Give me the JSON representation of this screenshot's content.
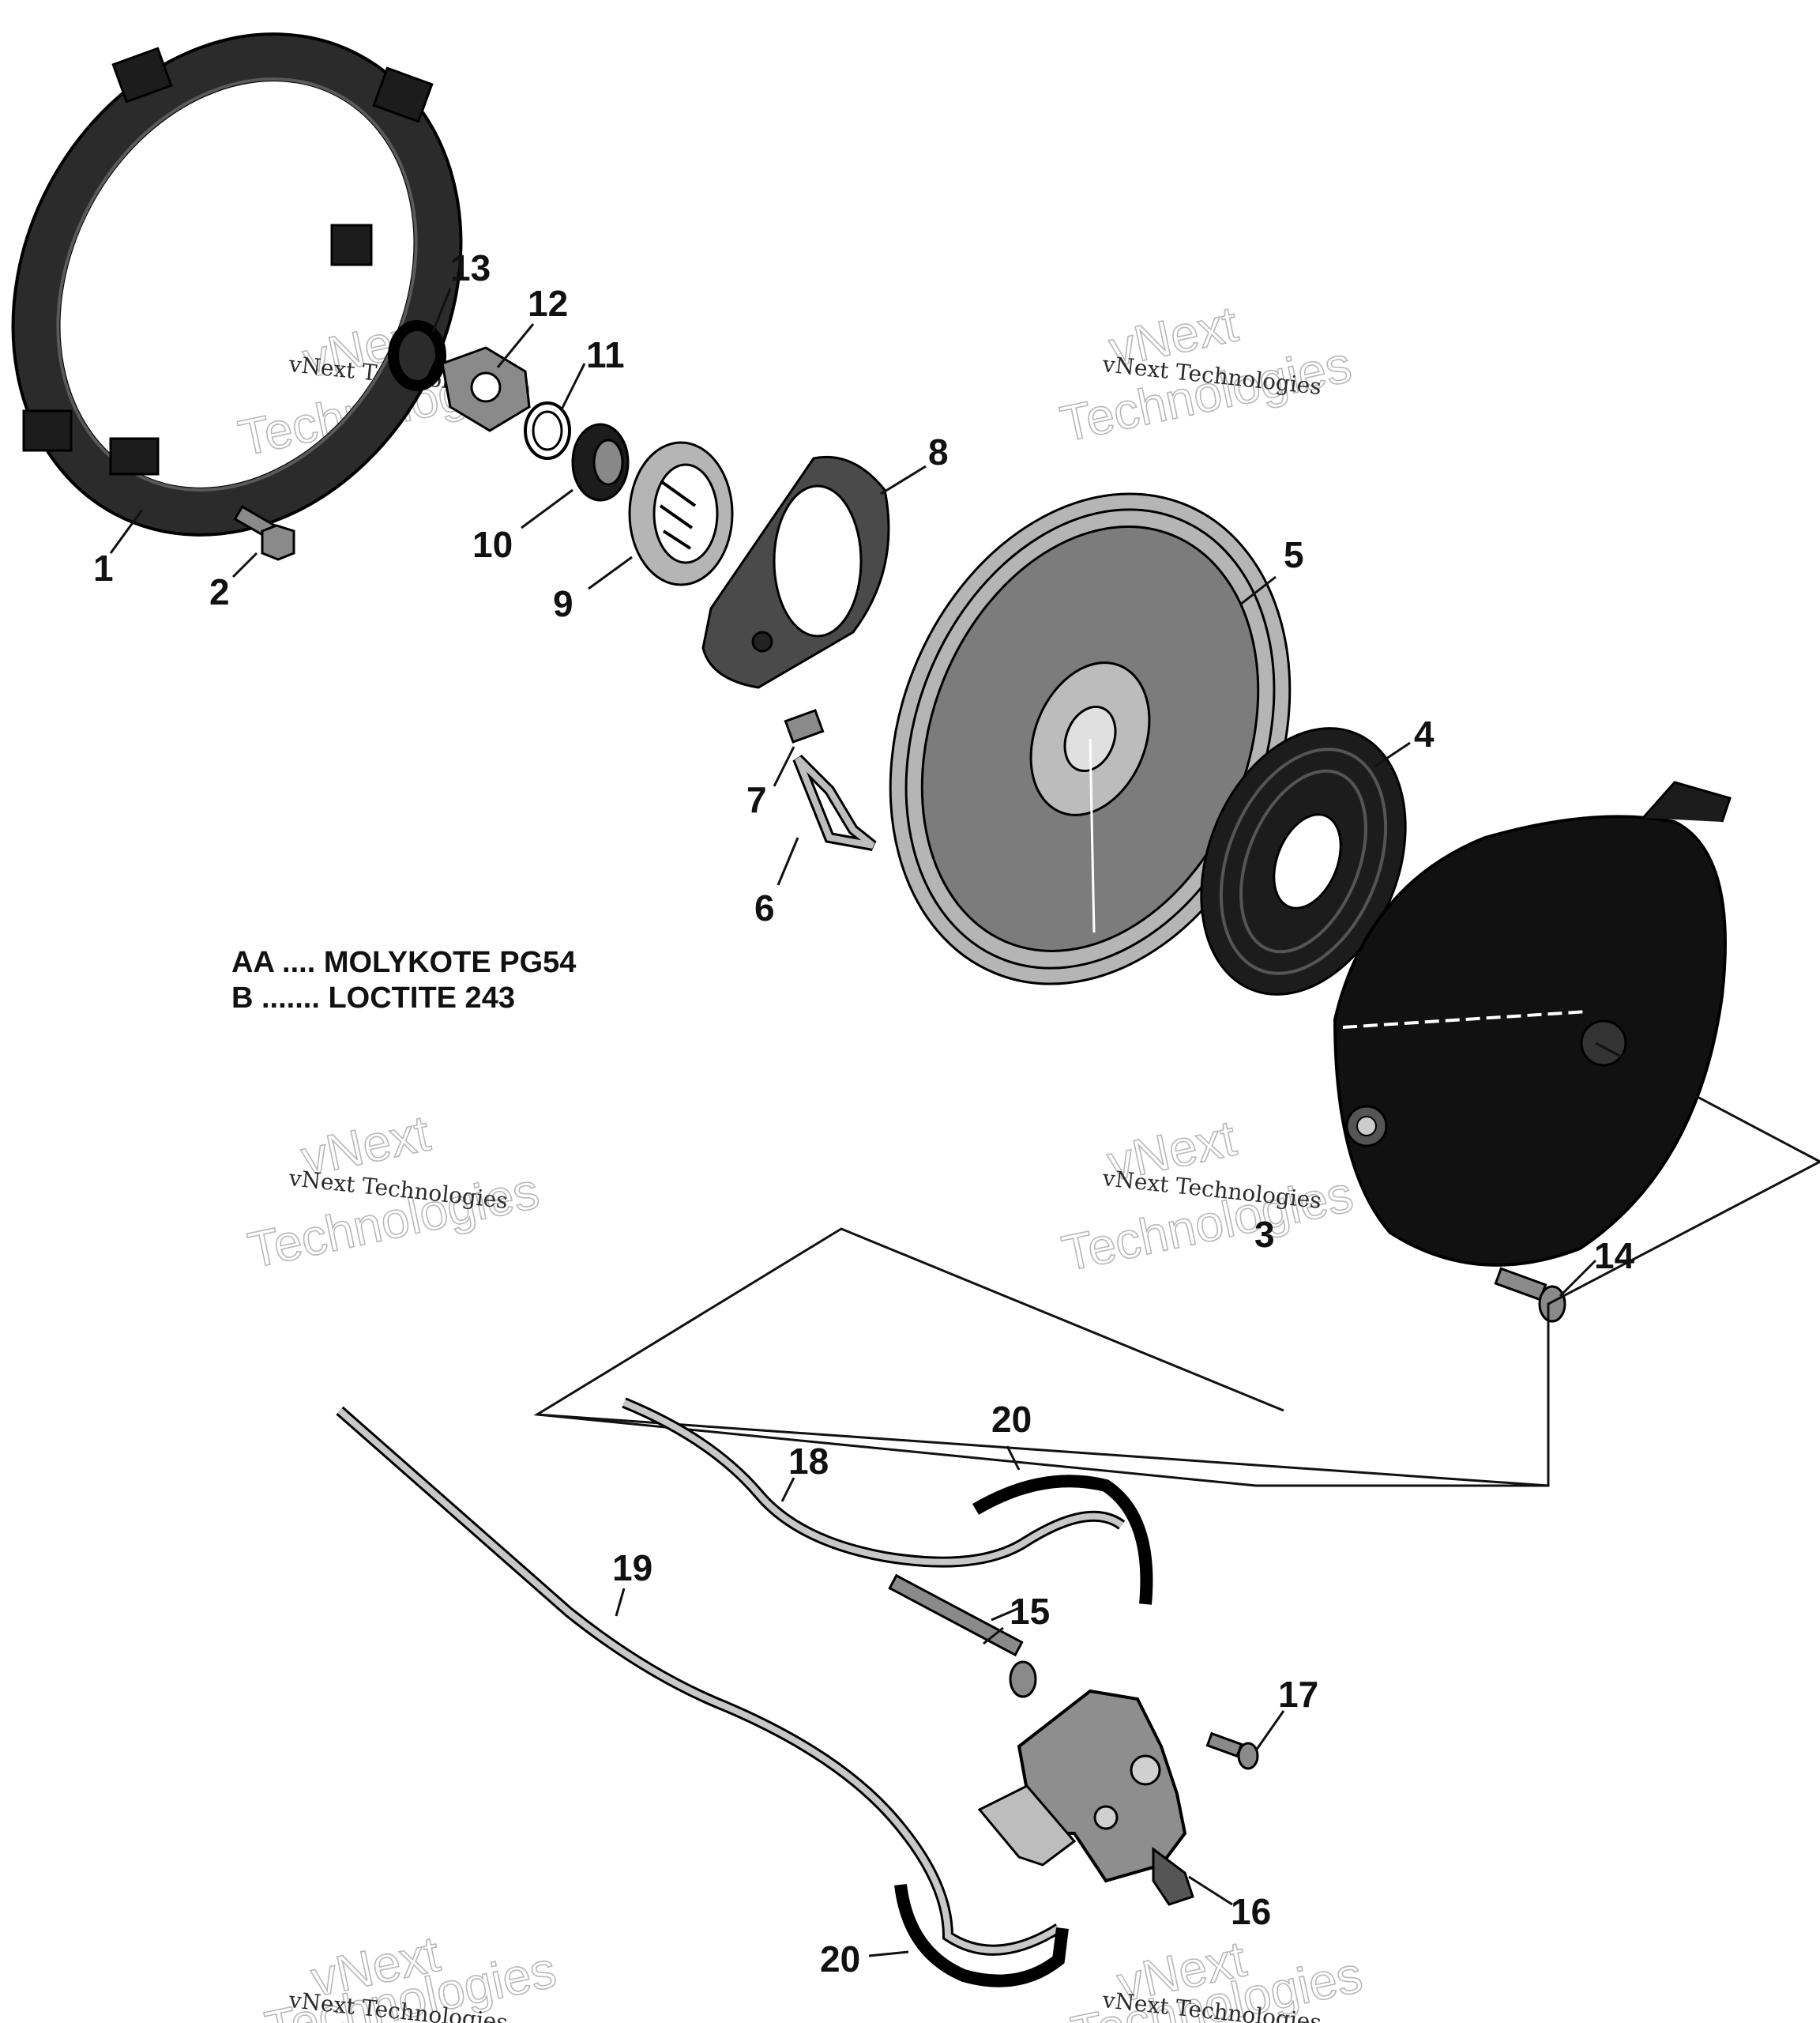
{
  "callouts": [
    "1",
    "2",
    "3",
    "4",
    "5",
    "6",
    "7",
    "8",
    "9",
    "10",
    "11",
    "12",
    "13",
    "14",
    "15",
    "16",
    "17",
    "18",
    "19",
    "20",
    "20"
  ],
  "notes": {
    "line1": "AA .... MOLYKOTE PG54",
    "line2": "B ....... LOCTITE 243"
  },
  "watermark": {
    "big_top": "vNext",
    "big_bottom": "Technologies",
    "small": "vNext Technologies"
  }
}
